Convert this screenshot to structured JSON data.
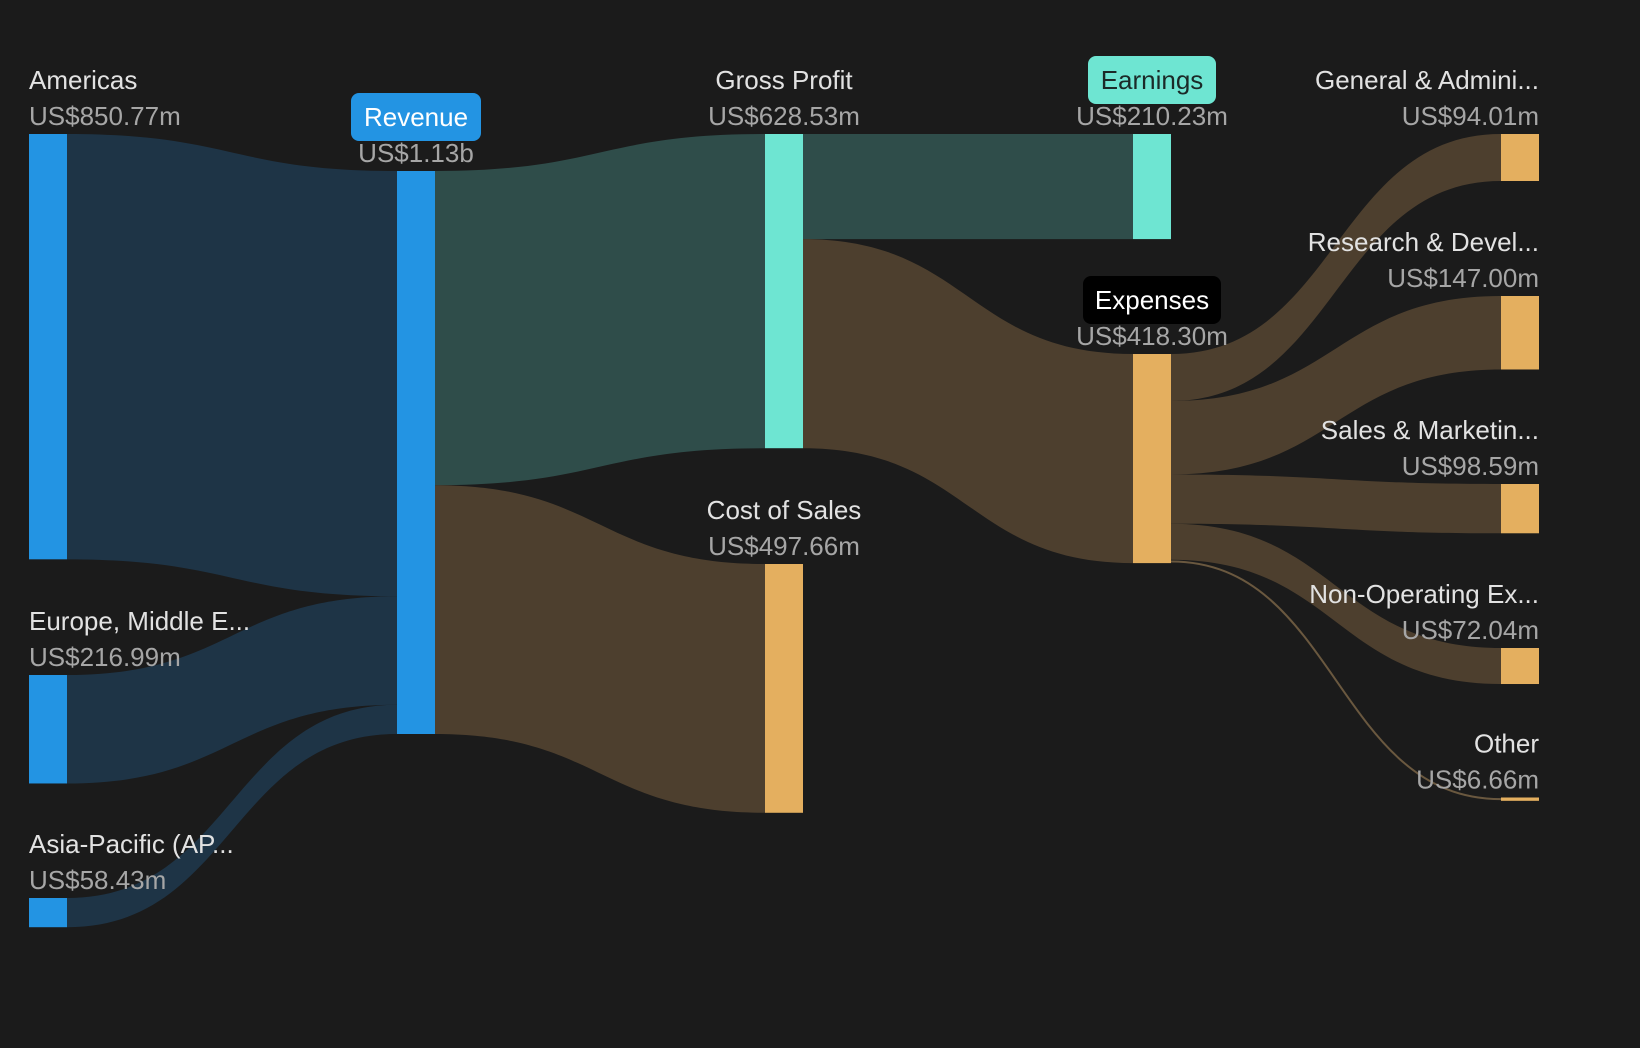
{
  "chart_data": {
    "type": "sankey",
    "title": "",
    "colors": {
      "background": "#1b1b1b",
      "revenue": "#2394e3",
      "profit": "#6ee5d2",
      "expense": "#e4af5f",
      "revenue_link": "#1e3446",
      "profit_link": "#2f4d4a",
      "expense_link": "#4d3f2e"
    },
    "nodes": [
      {
        "id": "americas",
        "name": "Americas",
        "value_label": "US$850.77m",
        "value": 850.77,
        "kind": "revenue"
      },
      {
        "id": "emea",
        "name": "Europe, Middle E...",
        "value_label": "US$216.99m",
        "value": 216.99,
        "kind": "revenue"
      },
      {
        "id": "apac",
        "name": "Asia-Pacific (AP...",
        "value_label": "US$58.43m",
        "value": 58.43,
        "kind": "revenue"
      },
      {
        "id": "revenue",
        "name": "Revenue",
        "value_label": "US$1.13b",
        "value": 1126.19,
        "kind": "revenue",
        "pill": true
      },
      {
        "id": "gross_profit",
        "name": "Gross Profit",
        "value_label": "US$628.53m",
        "value": 628.53,
        "kind": "profit"
      },
      {
        "id": "cost_of_sales",
        "name": "Cost of Sales",
        "value_label": "US$497.66m",
        "value": 497.66,
        "kind": "expense"
      },
      {
        "id": "earnings",
        "name": "Earnings",
        "value_label": "US$210.23m",
        "value": 210.23,
        "kind": "profit",
        "pill": true
      },
      {
        "id": "expenses",
        "name": "Expenses",
        "value_label": "US$418.30m",
        "value": 418.3,
        "kind": "expense",
        "pill": true
      },
      {
        "id": "gna",
        "name": "General & Admini...",
        "value_label": "US$94.01m",
        "value": 94.01,
        "kind": "expense"
      },
      {
        "id": "rnd",
        "name": "Research & Devel...",
        "value_label": "US$147.00m",
        "value": 147.0,
        "kind": "expense"
      },
      {
        "id": "snm",
        "name": "Sales & Marketin...",
        "value_label": "US$98.59m",
        "value": 98.59,
        "kind": "expense"
      },
      {
        "id": "nonop",
        "name": "Non-Operating Ex...",
        "value_label": "US$72.04m",
        "value": 72.04,
        "kind": "expense"
      },
      {
        "id": "other",
        "name": "Other",
        "value_label": "US$6.66m",
        "value": 6.66,
        "kind": "expense"
      }
    ],
    "links": [
      {
        "source": "americas",
        "target": "revenue",
        "value": 850.77,
        "kind": "revenue"
      },
      {
        "source": "emea",
        "target": "revenue",
        "value": 216.99,
        "kind": "revenue"
      },
      {
        "source": "apac",
        "target": "revenue",
        "value": 58.43,
        "kind": "revenue"
      },
      {
        "source": "revenue",
        "target": "gross_profit",
        "value": 628.53,
        "kind": "profit"
      },
      {
        "source": "revenue",
        "target": "cost_of_sales",
        "value": 497.66,
        "kind": "expense"
      },
      {
        "source": "gross_profit",
        "target": "earnings",
        "value": 210.23,
        "kind": "profit"
      },
      {
        "source": "gross_profit",
        "target": "expenses",
        "value": 418.3,
        "kind": "expense"
      },
      {
        "source": "expenses",
        "target": "gna",
        "value": 94.01,
        "kind": "expense"
      },
      {
        "source": "expenses",
        "target": "rnd",
        "value": 147.0,
        "kind": "expense"
      },
      {
        "source": "expenses",
        "target": "snm",
        "value": 98.59,
        "kind": "expense"
      },
      {
        "source": "expenses",
        "target": "nonop",
        "value": 72.04,
        "kind": "expense"
      },
      {
        "source": "expenses",
        "target": "other",
        "value": 6.66,
        "kind": "expense"
      }
    ]
  }
}
